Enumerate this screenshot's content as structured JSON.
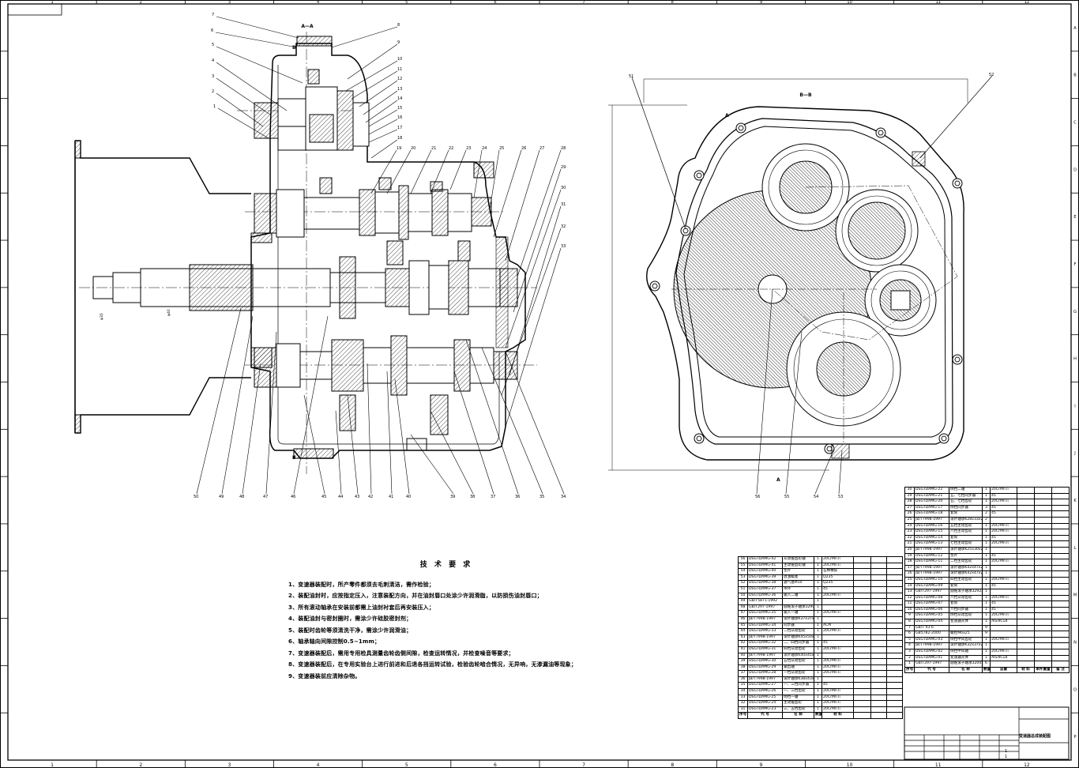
{
  "sheet": {
    "columns": [
      "1",
      "2",
      "3",
      "4",
      "5",
      "6",
      "7",
      "8",
      "9",
      "10",
      "11",
      "12"
    ],
    "rows": [
      "A",
      "B",
      "C",
      "D",
      "E",
      "F",
      "G",
      "H",
      "I",
      "J",
      "K",
      "L",
      "M",
      "N",
      "O",
      "P"
    ]
  },
  "section_labels": {
    "aa": "A—A",
    "bb": "B—B",
    "a_arrow": "A"
  },
  "callouts_left_side": [
    "7",
    "6",
    "5",
    "4",
    "3",
    "2",
    "1"
  ],
  "callouts_right_side": [
    "8",
    "9",
    "10",
    "11",
    "12",
    "13",
    "14",
    "15",
    "16",
    "17",
    "18",
    "19",
    "20",
    "21",
    "22",
    "23",
    "24",
    "25",
    "26",
    "27",
    "28",
    "29",
    "30",
    "31",
    "32",
    "33"
  ],
  "callouts_bottom": [
    "50",
    "49",
    "48",
    "47",
    "46",
    "45",
    "44",
    "43",
    "42",
    "41",
    "40",
    "39",
    "38",
    "37",
    "36",
    "35",
    "34"
  ],
  "callouts_right_view": [
    "51",
    "52",
    "56",
    "55",
    "54",
    "53"
  ],
  "tech_req": {
    "title": "技 术 要 求",
    "lines": [
      "1、变速器装配时，所产零件都须去毛刺清洁，需作检验；",
      "2、装配油封时，应按指定压入，注意装配方向，并在油封唇口处涂少许润滑脂，以防损伤油封唇口；",
      "3、所有滚动轴承在安装前都需上油封衬套后再安装压入；",
      "4、装配油封与密封圈时，需涂少许硅胶密封剂；",
      "5、装配时齿轮等须清洗干净，需涂少许润滑油；",
      "6、轴承轴向间隙控制0.5~1mm；",
      "7、变速器装配后，需用专用检具测量齿轮齿侧间隙，检查运转情况，并检查噪音等要求；",
      "8、变速器装配后，在专用实验台上进行前进和后退各挡运转试验，检验齿轮啮合情况，无异响，无渗漏油等现象；",
      "9、变速器装前应清除杂物。"
    ]
  },
  "bom_left": [
    [
      "56",
      "DSGTDAMG-42",
      "从动锥齿轮轴",
      "1",
      "20CrMnTi"
    ],
    [
      "55",
      "DSGTDAMG-41",
      "主动锥齿轮轴",
      "1",
      "20CrMnTi"
    ],
    [
      "54",
      "DSGTDAMG-40",
      "垫片",
      "1",
      "石棉橡胶"
    ],
    [
      "53",
      "DSGTDAMG-39",
      "放油螺塞",
      "1",
      "Q235"
    ],
    [
      "52",
      "DSGTDAMG-38",
      "通气塞M10",
      "1",
      "Q235"
    ],
    [
      "51",
      "DSGTDAMG-37",
      "吊环",
      "1",
      "45"
    ],
    [
      "50",
      "DSGTDAMG-36",
      "输入二轴",
      "1",
      "20CrMnTi"
    ],
    [
      "49",
      "GB/T5871-1992",
      "",
      "1",
      ""
    ],
    [
      "48",
      "GB/T297-1997",
      "圆锥滚子轴承32909",
      "1",
      ""
    ],
    [
      "47",
      "DSGTDAMG-35",
      "输入一轴",
      "1",
      "20CrMnTi"
    ],
    [
      "46",
      "JB/T7998-1997",
      "滚针轴承K37x37x27",
      "1",
      ""
    ],
    [
      "45",
      "DSGTDAMG-34",
      "同步器",
      "1",
      "ACM"
    ],
    [
      "44",
      "DSGTDAMG-33",
      "二挡从动齿轮",
      "1",
      "20CrMnTi"
    ],
    [
      "43",
      "JB/T7998-1997",
      "滚针轴承K45x50x27",
      "1",
      ""
    ],
    [
      "42",
      "DSGTDAMG-32",
      "二、四挡同步器",
      "1",
      "45"
    ],
    [
      "41",
      "DSGTDAMG-31",
      "四挡从动齿轮",
      "1",
      "20CrMnTi"
    ],
    [
      "40",
      "JB/T7998-1997",
      "滚针轴承K40x45x27",
      "1",
      ""
    ],
    [
      "39",
      "DSGTDAMG-30",
      "五挡从动齿轮",
      "1",
      "20CrMnTi"
    ],
    [
      "38",
      "DSGTDAMG-29",
      "输出轴",
      "1",
      "20CrMnTi"
    ],
    [
      "37",
      "DSGTDAMG-28",
      "一挡从动齿轮",
      "1",
      "20CrMnTi"
    ],
    [
      "36",
      "JB/T7998-1997",
      "滚针轴承K38x43x27",
      "1",
      ""
    ],
    [
      "35",
      "DSGTDAMG-27",
      "一、三挡同步器",
      "1",
      "45"
    ],
    [
      "34",
      "DSGTDAMG-26",
      "一、三挡齿轮",
      "1",
      "20CrMnTi"
    ],
    [
      "33",
      "DSGTDAMG-25",
      "倒挡一轴",
      "1",
      "20CrMnTi"
    ],
    [
      "32",
      "DSGTDAMG-24",
      "主动锥齿轮",
      "1",
      "20CrMnTi"
    ],
    [
      "31",
      "DSGTDAMG-23",
      "三、五挡齿轮",
      "1",
      "20CrMnTi"
    ]
  ],
  "bom_left_header": [
    "序号",
    "代 号",
    "名 称",
    "数量",
    "材 料"
  ],
  "bom_right": [
    [
      "30",
      "DSGTDAMG-22",
      "倒挡二轴",
      "1",
      "20CrMnTi"
    ],
    [
      "29",
      "DSGTDAMG-21",
      "五、七挡同步器",
      "1",
      "45"
    ],
    [
      "28",
      "DSGTDAMG-20",
      "五、七挡齿轮",
      "1",
      "20CrMnTi"
    ],
    [
      "27",
      "DSGTDAMG-17",
      "倒挡同步器",
      "3",
      "45"
    ],
    [
      "26",
      "DSGTDAMG-18",
      "套筒",
      "2",
      "45"
    ],
    [
      "25",
      "JB/T7998-1997",
      "滚针轴承K28x33x27",
      "2",
      ""
    ],
    [
      "24",
      "DSGTDAMG-16",
      "五挡主动齿轮",
      "1",
      "20CrMnTi"
    ],
    [
      "23",
      "DSGTDAMG-15",
      "六挡主动齿轮",
      "1",
      "20CrMnTi"
    ],
    [
      "22",
      "DSGTDAMG-14",
      "套筒",
      "1",
      "45"
    ],
    [
      "21",
      "DSGTDAMG-13",
      "七挡主动齿轮",
      "1",
      "20CrMnTi"
    ],
    [
      "20",
      "JB/T7998-1997",
      "滚针轴承K25x30x27",
      "1",
      ""
    ],
    [
      "19",
      "DSGTDAMG-12",
      "垫片",
      "1",
      "45"
    ],
    [
      "18",
      "DSGTDAMG-11",
      "二挡主动齿轮",
      "1",
      "20CrMnTi"
    ],
    [
      "17",
      "JB/T7998-1997",
      "滚针轴承K42x47x27",
      "1",
      ""
    ],
    [
      "16",
      "JB/T7998-1997",
      "滚针轴承K42x47x27",
      "1",
      ""
    ],
    [
      "15",
      "DSGTDAMG-10",
      "四挡主动齿轮",
      "1",
      "20CrMnTi"
    ],
    [
      "14",
      "DSGTDAMG-09",
      "套筒",
      "1",
      "45"
    ],
    [
      "13",
      "GB/T297-1997",
      "圆锥滚子轴承32922",
      "1",
      ""
    ],
    [
      "12",
      "DSGTDAMG-08",
      "六挡从动齿轮",
      "1",
      "20CrMnTi"
    ],
    [
      "11",
      "DSGTDAMG-07",
      "套筒",
      "1",
      "45"
    ],
    [
      "10",
      "DSGTDAMG-06",
      "六挡同步器",
      "1",
      "45"
    ],
    [
      "9",
      "DSGTDAMG-05",
      "倒挡从动齿轮",
      "1",
      "20CrMnTi"
    ],
    [
      "8",
      "DSGTDAMG-04",
      "变速器壳体",
      "1",
      "AlSi9Cu4"
    ],
    [
      "7",
      "GB/T 93 6",
      "",
      "9",
      ""
    ],
    [
      "6",
      "GB5782-2000",
      "螺栓M6x25",
      "9",
      ""
    ],
    [
      "5",
      "DSGTDAMG-03",
      "倒挡中间齿轮",
      "1",
      "20CrMnTi"
    ],
    [
      "4",
      "JB/T7998-1997",
      "滚针轴承K32x37x27",
      "1",
      ""
    ],
    [
      "3",
      "DSGTDAMG-02",
      "倒挡中间轴",
      "1",
      "20CrMnTi"
    ],
    [
      "2",
      "DSGTDAMG-01",
      "变速器壳体",
      "1",
      "AlSi9Cu4"
    ],
    [
      "1",
      "GB/T297-1997",
      "圆锥滚子轴承32005",
      "6",
      ""
    ]
  ],
  "bom_right_header": [
    "序号",
    "代 号",
    "名 称",
    "数量",
    "总重",
    "材 料",
    "单件重量",
    "备 注"
  ],
  "title_block": {
    "drawing_title": "变速器总成装配图",
    "page_current": "1",
    "page_total": "1"
  }
}
